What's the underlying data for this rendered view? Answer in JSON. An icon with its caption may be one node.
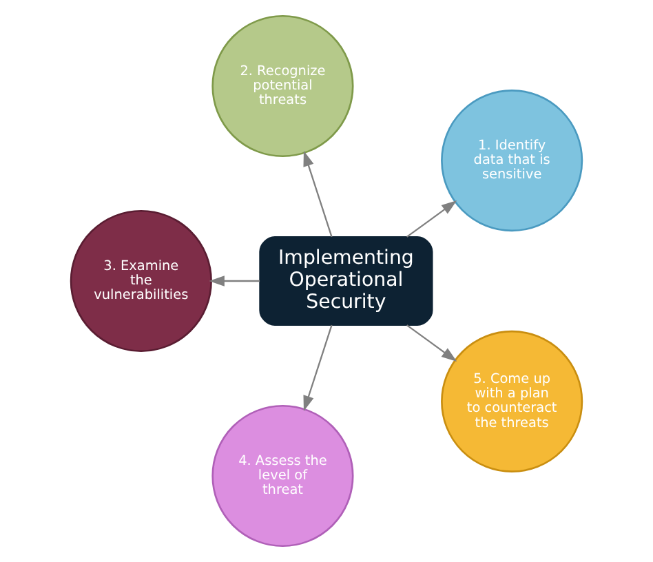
{
  "diagram": {
    "nodes": [
      {
        "text": [
          "Implementing Operational Security"
        ]
      },
      {
        "text": [
          "1. Identify data that is sensitive"
        ]
      },
      {
        "text": [
          "2. Recognize potential threats"
        ]
      },
      {
        "text": [
          "3. Examine the vulnerabilities"
        ]
      },
      {
        "text": [
          "4. Assess the level of threat"
        ]
      },
      {
        "text": [
          "5. Come up with a plan to counteract the threats"
        ]
      }
    ],
    "edges": [
      {
        "from": 0,
        "to": 1,
        "arrow": "to"
      },
      {
        "from": 0,
        "to": 2,
        "arrow": "to"
      },
      {
        "from": 0,
        "to": 3,
        "arrow": "to"
      },
      {
        "from": 0,
        "to": 4,
        "arrow": "to"
      },
      {
        "from": 0,
        "to": 5,
        "arrow": "to"
      }
    ]
  }
}
